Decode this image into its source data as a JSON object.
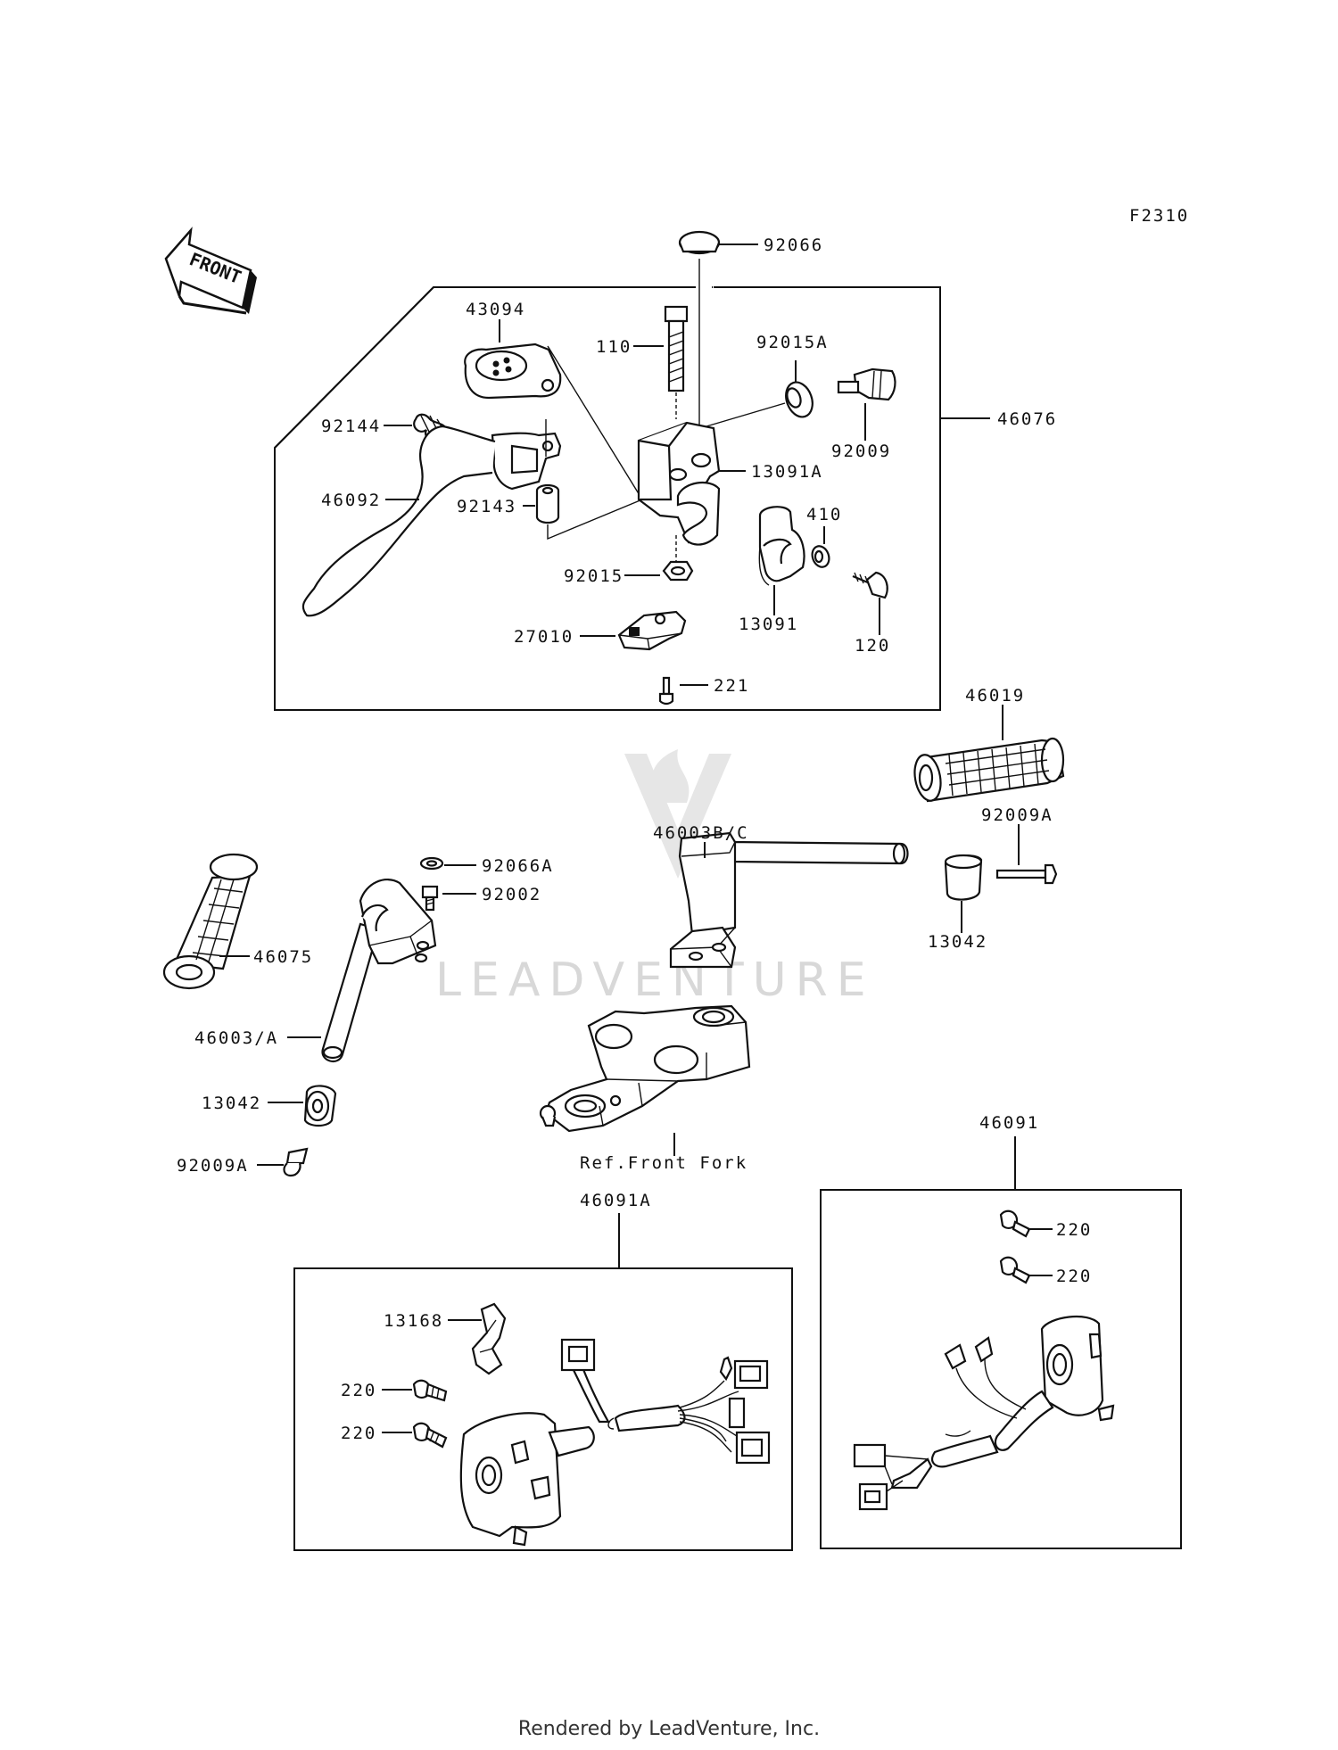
{
  "figure_code": "F2310",
  "front_arrow_label": "FRONT",
  "watermark": "LEADVENTURE",
  "footer": "Rendered by LeadVenture, Inc.",
  "callouts": {
    "p92066": "92066",
    "p43094": "43094",
    "p110": "110",
    "p92015A": "92015A",
    "p92144": "92144",
    "p92009": "92009",
    "p46076": "46076",
    "p13091A": "13091A",
    "p46092": "46092",
    "p92143": "92143",
    "p410": "410",
    "p92015": "92015",
    "p13091": "13091",
    "p27010": "27010",
    "p120": "120",
    "p221": "221",
    "p46019": "46019",
    "p92009A_r": "92009A",
    "p46003BC": "46003B/C",
    "p92066A": "92066A",
    "p92002": "92002",
    "p13042_r": "13042",
    "p46075": "46075",
    "p46003A": "46003/A",
    "p13042_l": "13042",
    "p92009A_l": "92009A",
    "ref_front_fork": "Ref.Front Fork",
    "p46091": "46091",
    "p46091A": "46091A",
    "p220_r1": "220",
    "p220_r2": "220",
    "p13168": "13168",
    "p220_l1": "220",
    "p220_l2": "220"
  }
}
